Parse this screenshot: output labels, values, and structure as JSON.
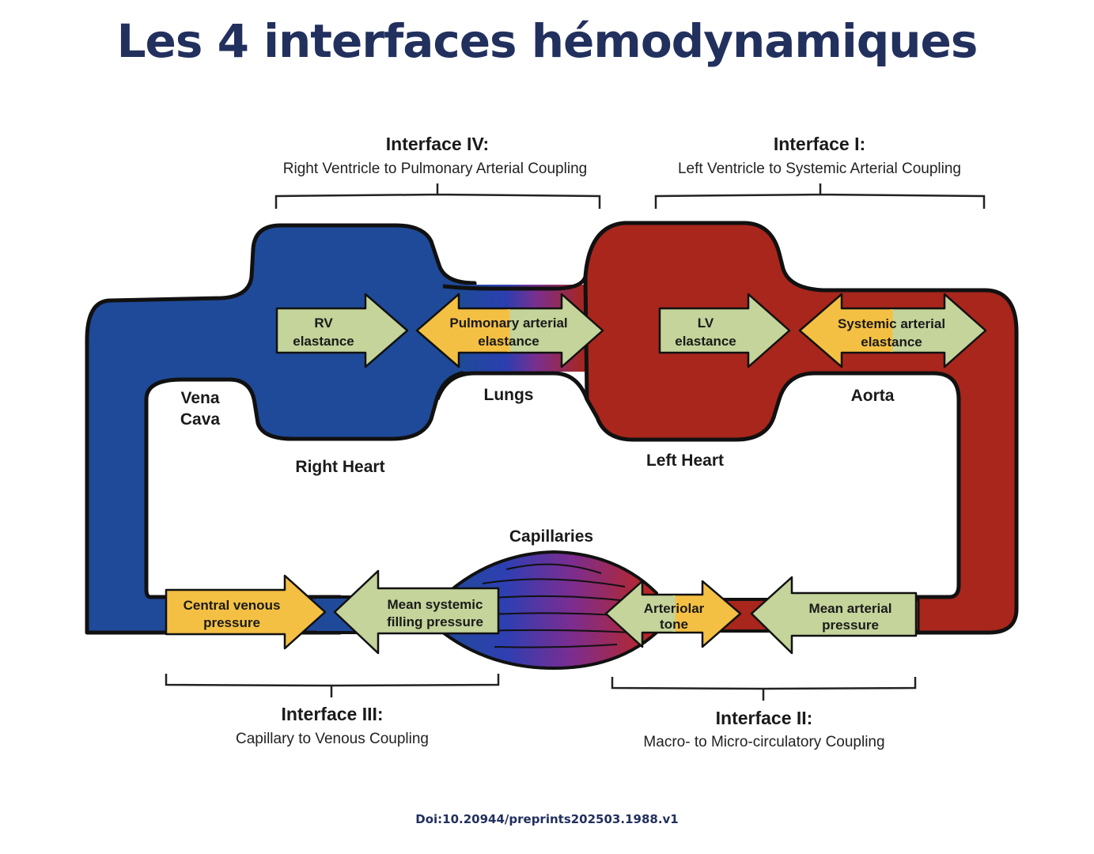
{
  "title": "Les 4 interfaces hémodynamiques",
  "doi": "Doi:10.20944/preprints202503.1988.v1",
  "colors": {
    "title": "#22305e",
    "venous_blue": "#1f4a99",
    "arterial_red": "#a8261c",
    "arrow_green": "#c4d49a",
    "arrow_yellow": "#f4c043",
    "capillary_purple": "#6b2d8f"
  },
  "interfaces": {
    "iv": {
      "heading": "Interface IV:",
      "description": "Right Ventricle to Pulmonary Arterial Coupling"
    },
    "i": {
      "heading": "Interface I:",
      "description": "Left Ventricle to Systemic Arterial Coupling"
    },
    "iii": {
      "heading": "Interface III:",
      "description": "Capillary to Venous Coupling"
    },
    "ii": {
      "heading": "Interface II:",
      "description": "Macro- to Micro-circulatory Coupling"
    }
  },
  "structures": {
    "vena_cava": [
      "Vena",
      "Cava"
    ],
    "right_heart": "Right Heart",
    "lungs": "Lungs",
    "left_heart": "Left Heart",
    "aorta": "Aorta",
    "capillaries": "Capillaries"
  },
  "arrows": {
    "rv_elastance": [
      "RV",
      "elastance"
    ],
    "pulmonary_arterial_elastance": [
      "Pulmonary arterial",
      "elastance"
    ],
    "lv_elastance": [
      "LV",
      "elastance"
    ],
    "systemic_arterial_elastance": [
      "Systemic arterial",
      "elastance"
    ],
    "central_venous_pressure": [
      "Central venous",
      "pressure"
    ],
    "mean_systemic_filling_pressure": [
      "Mean systemic",
      "filling pressure"
    ],
    "arteriolar_tone": [
      "Arteriolar",
      "tone"
    ],
    "mean_arterial_pressure": [
      "Mean arterial",
      "pressure"
    ]
  }
}
